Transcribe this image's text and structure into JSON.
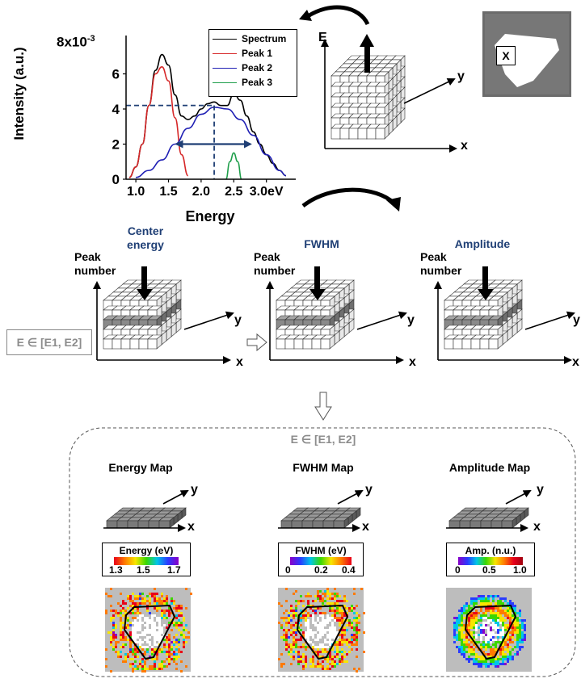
{
  "chart_data": {
    "type": "line",
    "xlabel": "Energy",
    "ylabel": "Intensity (a.u.)",
    "y_exponent_label": "8x10",
    "y_exponent_sup": "-3",
    "x_tick_labels": [
      "1.0",
      "1.5",
      "2.0",
      "2.5",
      "3.0eV"
    ],
    "y_tick_labels": [
      "0",
      "2",
      "4",
      "6"
    ],
    "xlim": [
      0.85,
      3.4
    ],
    "ylim": [
      0,
      8
    ],
    "series": [
      {
        "name": "Spectrum",
        "color": "#000000",
        "x": [
          0.9,
          1.0,
          1.1,
          1.2,
          1.3,
          1.4,
          1.5,
          1.6,
          1.7,
          1.8,
          1.9,
          2.0,
          2.1,
          2.2,
          2.3,
          2.4,
          2.5,
          2.6,
          2.7,
          2.8,
          2.9,
          3.0,
          3.1,
          3.2,
          3.3
        ],
        "y": [
          0.1,
          0.7,
          2.0,
          4.2,
          6.2,
          7.1,
          6.5,
          4.8,
          3.6,
          3.4,
          3.6,
          4.0,
          4.3,
          4.4,
          4.2,
          4.2,
          4.9,
          4.5,
          3.6,
          2.7,
          2.0,
          1.4,
          0.9,
          0.5,
          0.2
        ]
      },
      {
        "name": "Peak 1",
        "color": "#d62728",
        "x": [
          0.9,
          1.0,
          1.1,
          1.2,
          1.3,
          1.4,
          1.5,
          1.6,
          1.7,
          1.8
        ],
        "y": [
          0.1,
          0.7,
          2.0,
          4.2,
          6.0,
          6.4,
          5.6,
          3.5,
          1.4,
          0.2
        ]
      },
      {
        "name": "Peak 2",
        "color": "#1f1fb4",
        "x": [
          1.0,
          1.2,
          1.4,
          1.6,
          1.8,
          2.0,
          2.2,
          2.4,
          2.6,
          2.8,
          3.0,
          3.2,
          3.3
        ],
        "y": [
          0.1,
          0.5,
          1.1,
          2.0,
          2.9,
          3.7,
          4.1,
          4.0,
          3.4,
          2.5,
          1.4,
          0.5,
          0.2
        ]
      },
      {
        "name": "Peak 3",
        "color": "#1e9e4a",
        "x": [
          2.38,
          2.44,
          2.5,
          2.56,
          2.62
        ],
        "y": [
          0.0,
          1.0,
          1.5,
          1.0,
          0.0
        ]
      }
    ],
    "guides": {
      "y_level": 4.2,
      "x_center": 2.2,
      "fwhm_from": 1.6,
      "fwhm_to": 2.78
    }
  },
  "inset_label": "X",
  "top_cube": {
    "e_label": "E",
    "x_label": "x",
    "y_label": "y"
  },
  "middle_cubes": [
    {
      "title": "Center\nenergy",
      "peak_label_1": "Peak",
      "peak_label_2": "number",
      "x_label": "x",
      "y_label": "y"
    },
    {
      "title": "FWHM",
      "peak_label_1": "Peak",
      "peak_label_2": "number",
      "x_label": "x",
      "y_label": "y"
    },
    {
      "title": "Amplitude",
      "peak_label_1": "Peak",
      "peak_label_2": "number",
      "x_label": "x",
      "y_label": "y"
    }
  ],
  "range_text": "E ∈ [E1, E2]",
  "maps": [
    {
      "title": "Energy Map",
      "cb_title": "Energy (eV)",
      "ticks": [
        "1.3",
        "1.5",
        "1.7"
      ],
      "scheme": "rainbow_rev"
    },
    {
      "title": "FWHM Map",
      "cb_title": "FWHM (eV)",
      "ticks": [
        "0",
        "0.2",
        "0.4"
      ],
      "scheme": "rainbow"
    },
    {
      "title": "Amplitude Map",
      "cb_title": "Amp. (n.u.)",
      "ticks": [
        "0",
        "0.5",
        "1.0"
      ],
      "scheme": "rainbow"
    }
  ],
  "colors": {
    "blue_label": "#1f3f75",
    "dashed_guide": "#1f3f75",
    "gray_text": "#8c8c8c"
  }
}
